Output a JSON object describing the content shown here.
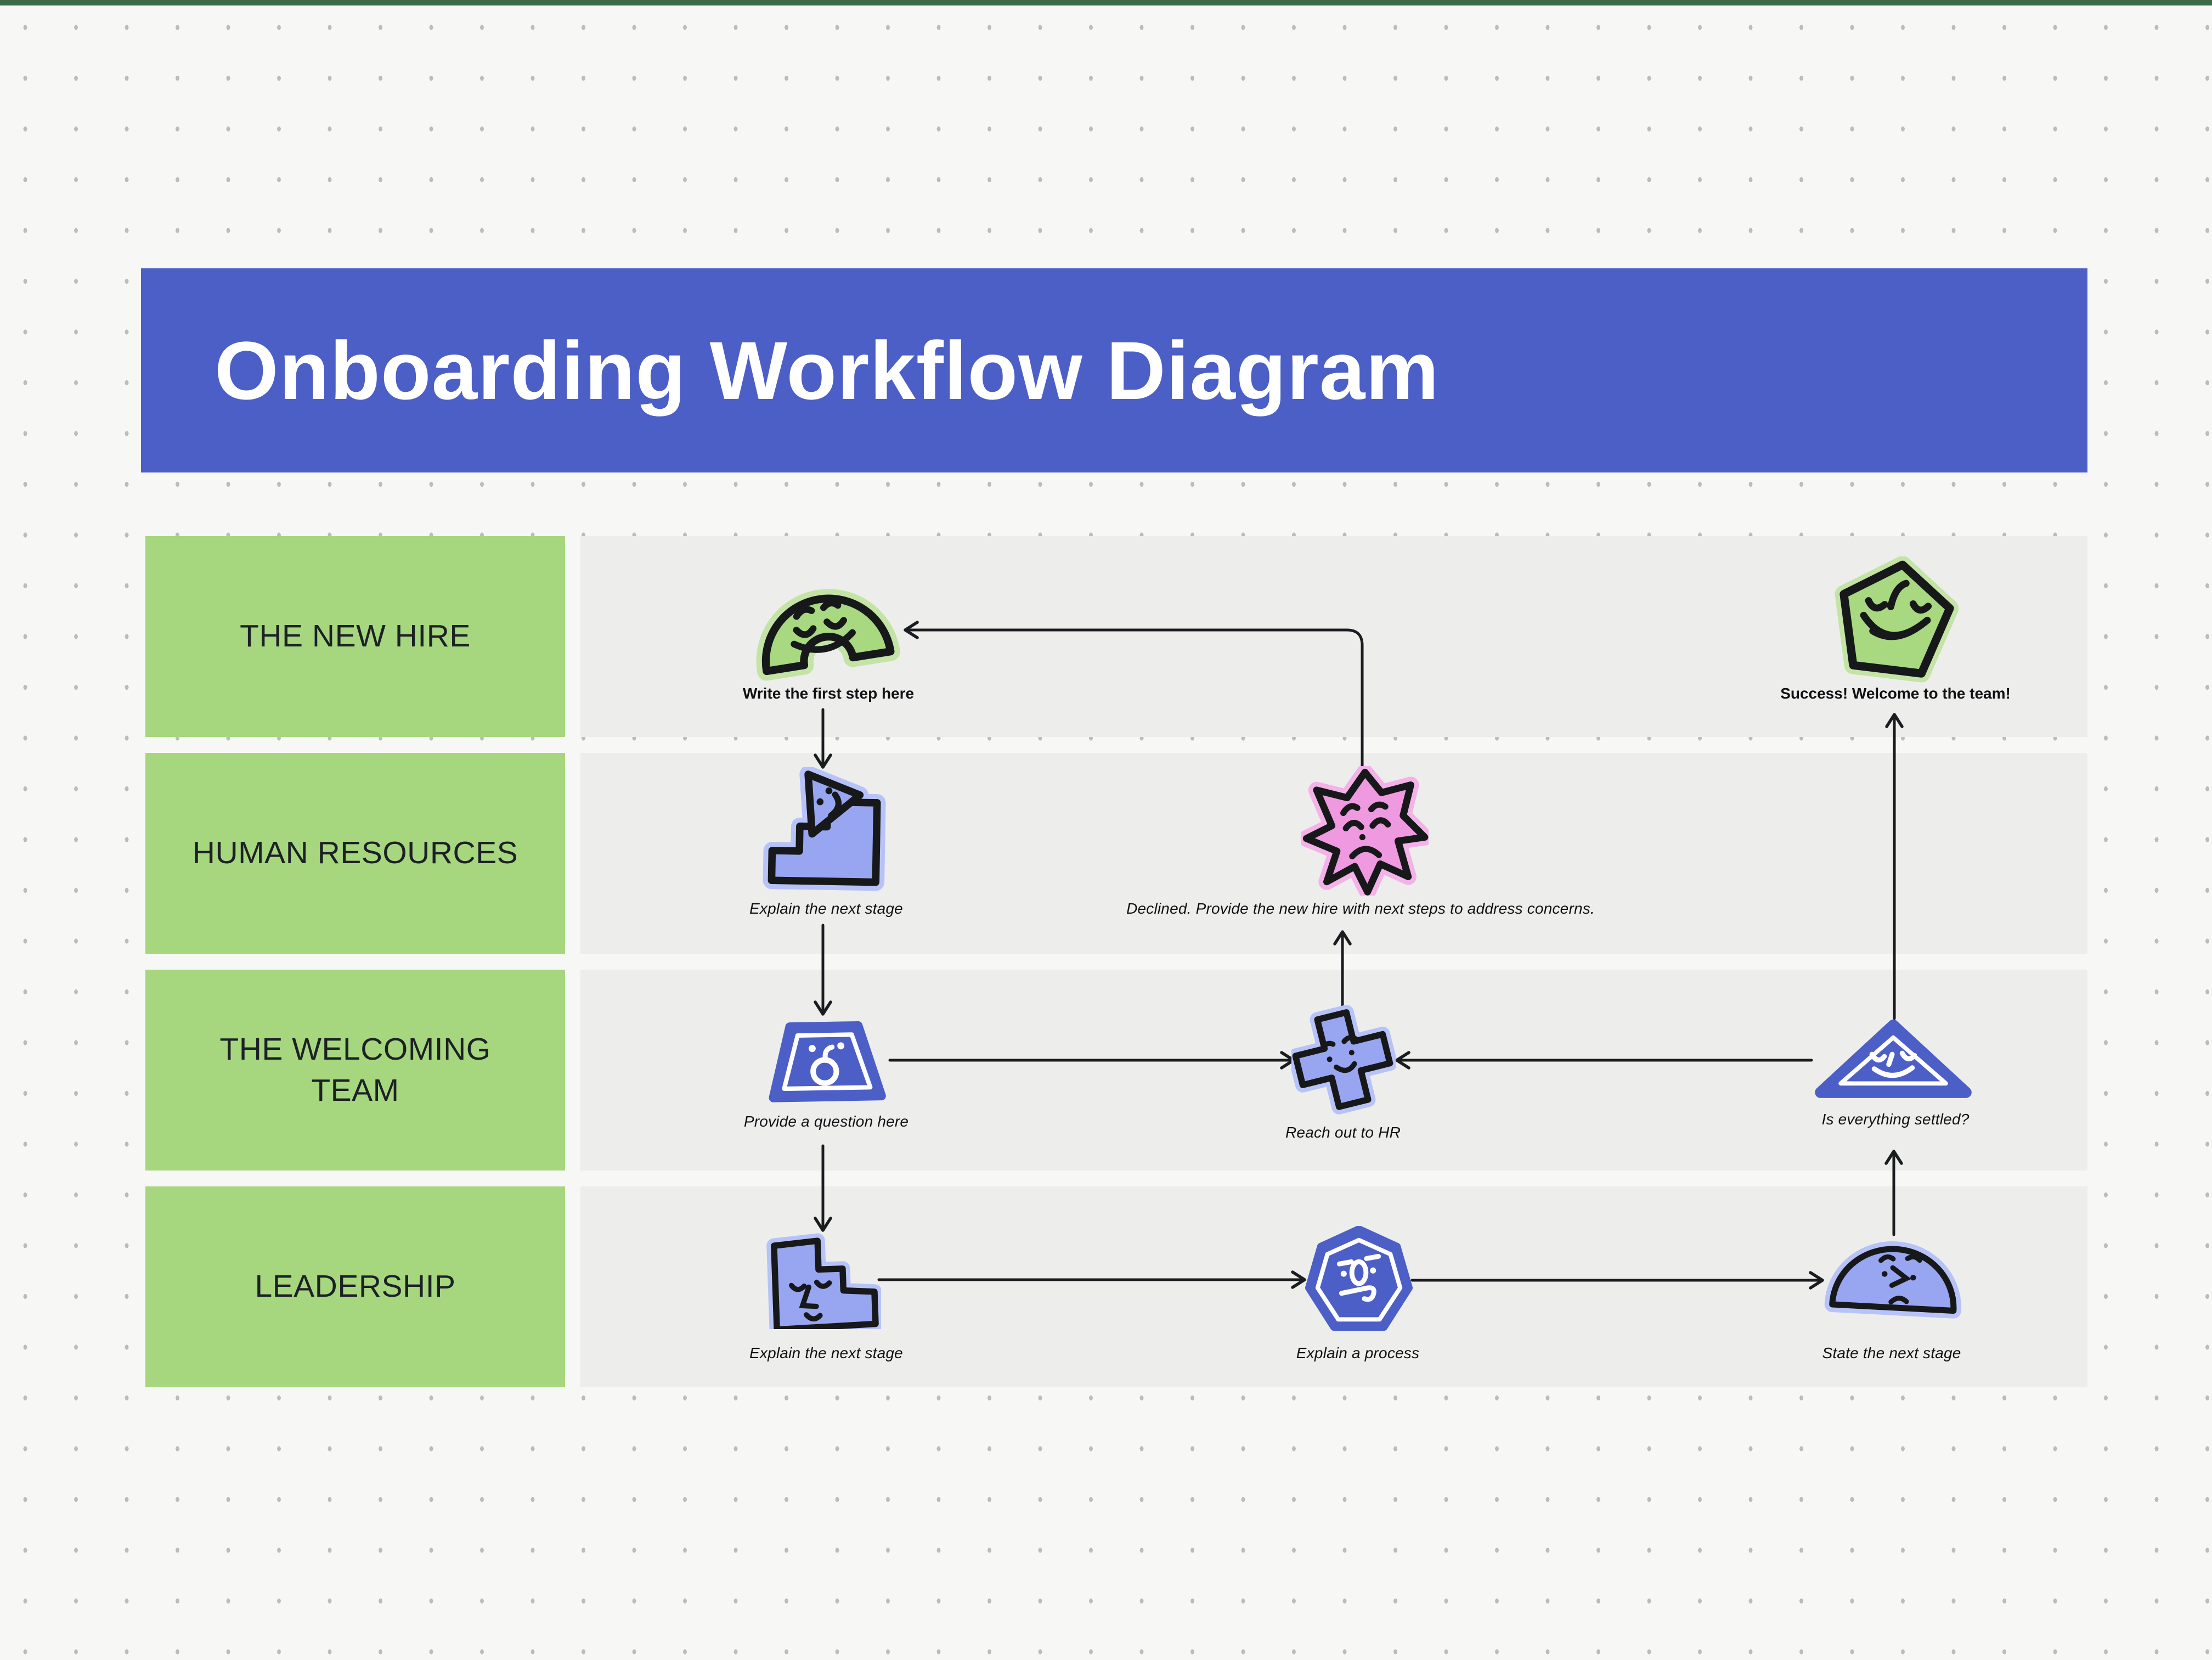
{
  "page": {
    "background": "#f7f7f5",
    "dot_color": "#b9bdc0",
    "top_bar_color": "#3e6b46"
  },
  "header": {
    "title": "Onboarding Workflow Diagram",
    "background": "#4c5fc7",
    "text_color": "#ffffff"
  },
  "lanes": [
    {
      "label": "THE NEW HIRE"
    },
    {
      "label": "HUMAN RESOURCES"
    },
    {
      "label": "THE WELCOMING TEAM"
    },
    {
      "label": "LEADERSHIP"
    }
  ],
  "lane_style": {
    "label_bg": "#a6d77e",
    "row_bg": "#ededeb",
    "label_color": "#1d2126"
  },
  "nodes": [
    {
      "id": "start",
      "lane": "THE NEW HIRE",
      "shape": "arch-smiling",
      "color": "green",
      "caption": "Write the first step here",
      "emphasis": "bold"
    },
    {
      "id": "success",
      "lane": "THE NEW HIRE",
      "shape": "pentagon-laughing",
      "color": "green",
      "caption": "Success! Welcome to the team!",
      "emphasis": "bold"
    },
    {
      "id": "hr-explain",
      "lane": "HUMAN RESOURCES",
      "shape": "stairs-up-with-triangle-face",
      "color": "periwinkle",
      "caption": "Explain the next stage",
      "emphasis": "italic"
    },
    {
      "id": "declined",
      "lane": "HUMAN RESOURCES",
      "shape": "eight-point-star-sad",
      "color": "pink",
      "caption": "Declined. Provide the new hire with next steps to address concerns.",
      "emphasis": "italic"
    },
    {
      "id": "question",
      "lane": "THE WELCOMING TEAM",
      "shape": "trapezoid-surprised",
      "color": "indigo",
      "caption": "Provide a question here",
      "emphasis": "italic"
    },
    {
      "id": "reach-hr",
      "lane": "THE WELCOMING TEAM",
      "shape": "plus-smiling",
      "color": "periwinkle",
      "caption": "Reach out to HR",
      "emphasis": "italic"
    },
    {
      "id": "settled",
      "lane": "THE WELCOMING TEAM",
      "shape": "triangle-content",
      "color": "indigo",
      "caption": "Is everything settled?",
      "emphasis": "italic"
    },
    {
      "id": "lead-explain",
      "lane": "LEADERSHIP",
      "shape": "stairs-down-calm",
      "color": "periwinkle",
      "caption": "Explain the next stage",
      "emphasis": "italic"
    },
    {
      "id": "process",
      "lane": "LEADERSHIP",
      "shape": "heptagon-quirky",
      "color": "indigo",
      "caption": "Explain a process",
      "emphasis": "italic"
    },
    {
      "id": "state-next",
      "lane": "LEADERSHIP",
      "shape": "dome-skeptical",
      "color": "periwinkle",
      "caption": "State the next stage",
      "emphasis": "italic"
    }
  ],
  "edges": [
    {
      "from": "start",
      "to": "hr-explain"
    },
    {
      "from": "hr-explain",
      "to": "question"
    },
    {
      "from": "question",
      "to": "lead-explain"
    },
    {
      "from": "question",
      "to": "reach-hr"
    },
    {
      "from": "settled",
      "to": "reach-hr"
    },
    {
      "from": "reach-hr",
      "to": "declined"
    },
    {
      "from": "declined",
      "to": "start"
    },
    {
      "from": "lead-explain",
      "to": "process"
    },
    {
      "from": "process",
      "to": "state-next"
    },
    {
      "from": "state-next",
      "to": "settled"
    },
    {
      "from": "settled",
      "to": "success"
    }
  ],
  "shape_colors": {
    "green_fill": "#a8d880",
    "green_halo": "#c3e4a5",
    "periwinkle_fill": "#98a6f1",
    "periwinkle_halo": "#b7c3f8",
    "indigo_fill": "#4c5fc7",
    "pink_fill": "#ef99e0",
    "pink_halo": "#f4b2e9",
    "outline": "#17181a",
    "arrow": "#1a1c1f"
  }
}
